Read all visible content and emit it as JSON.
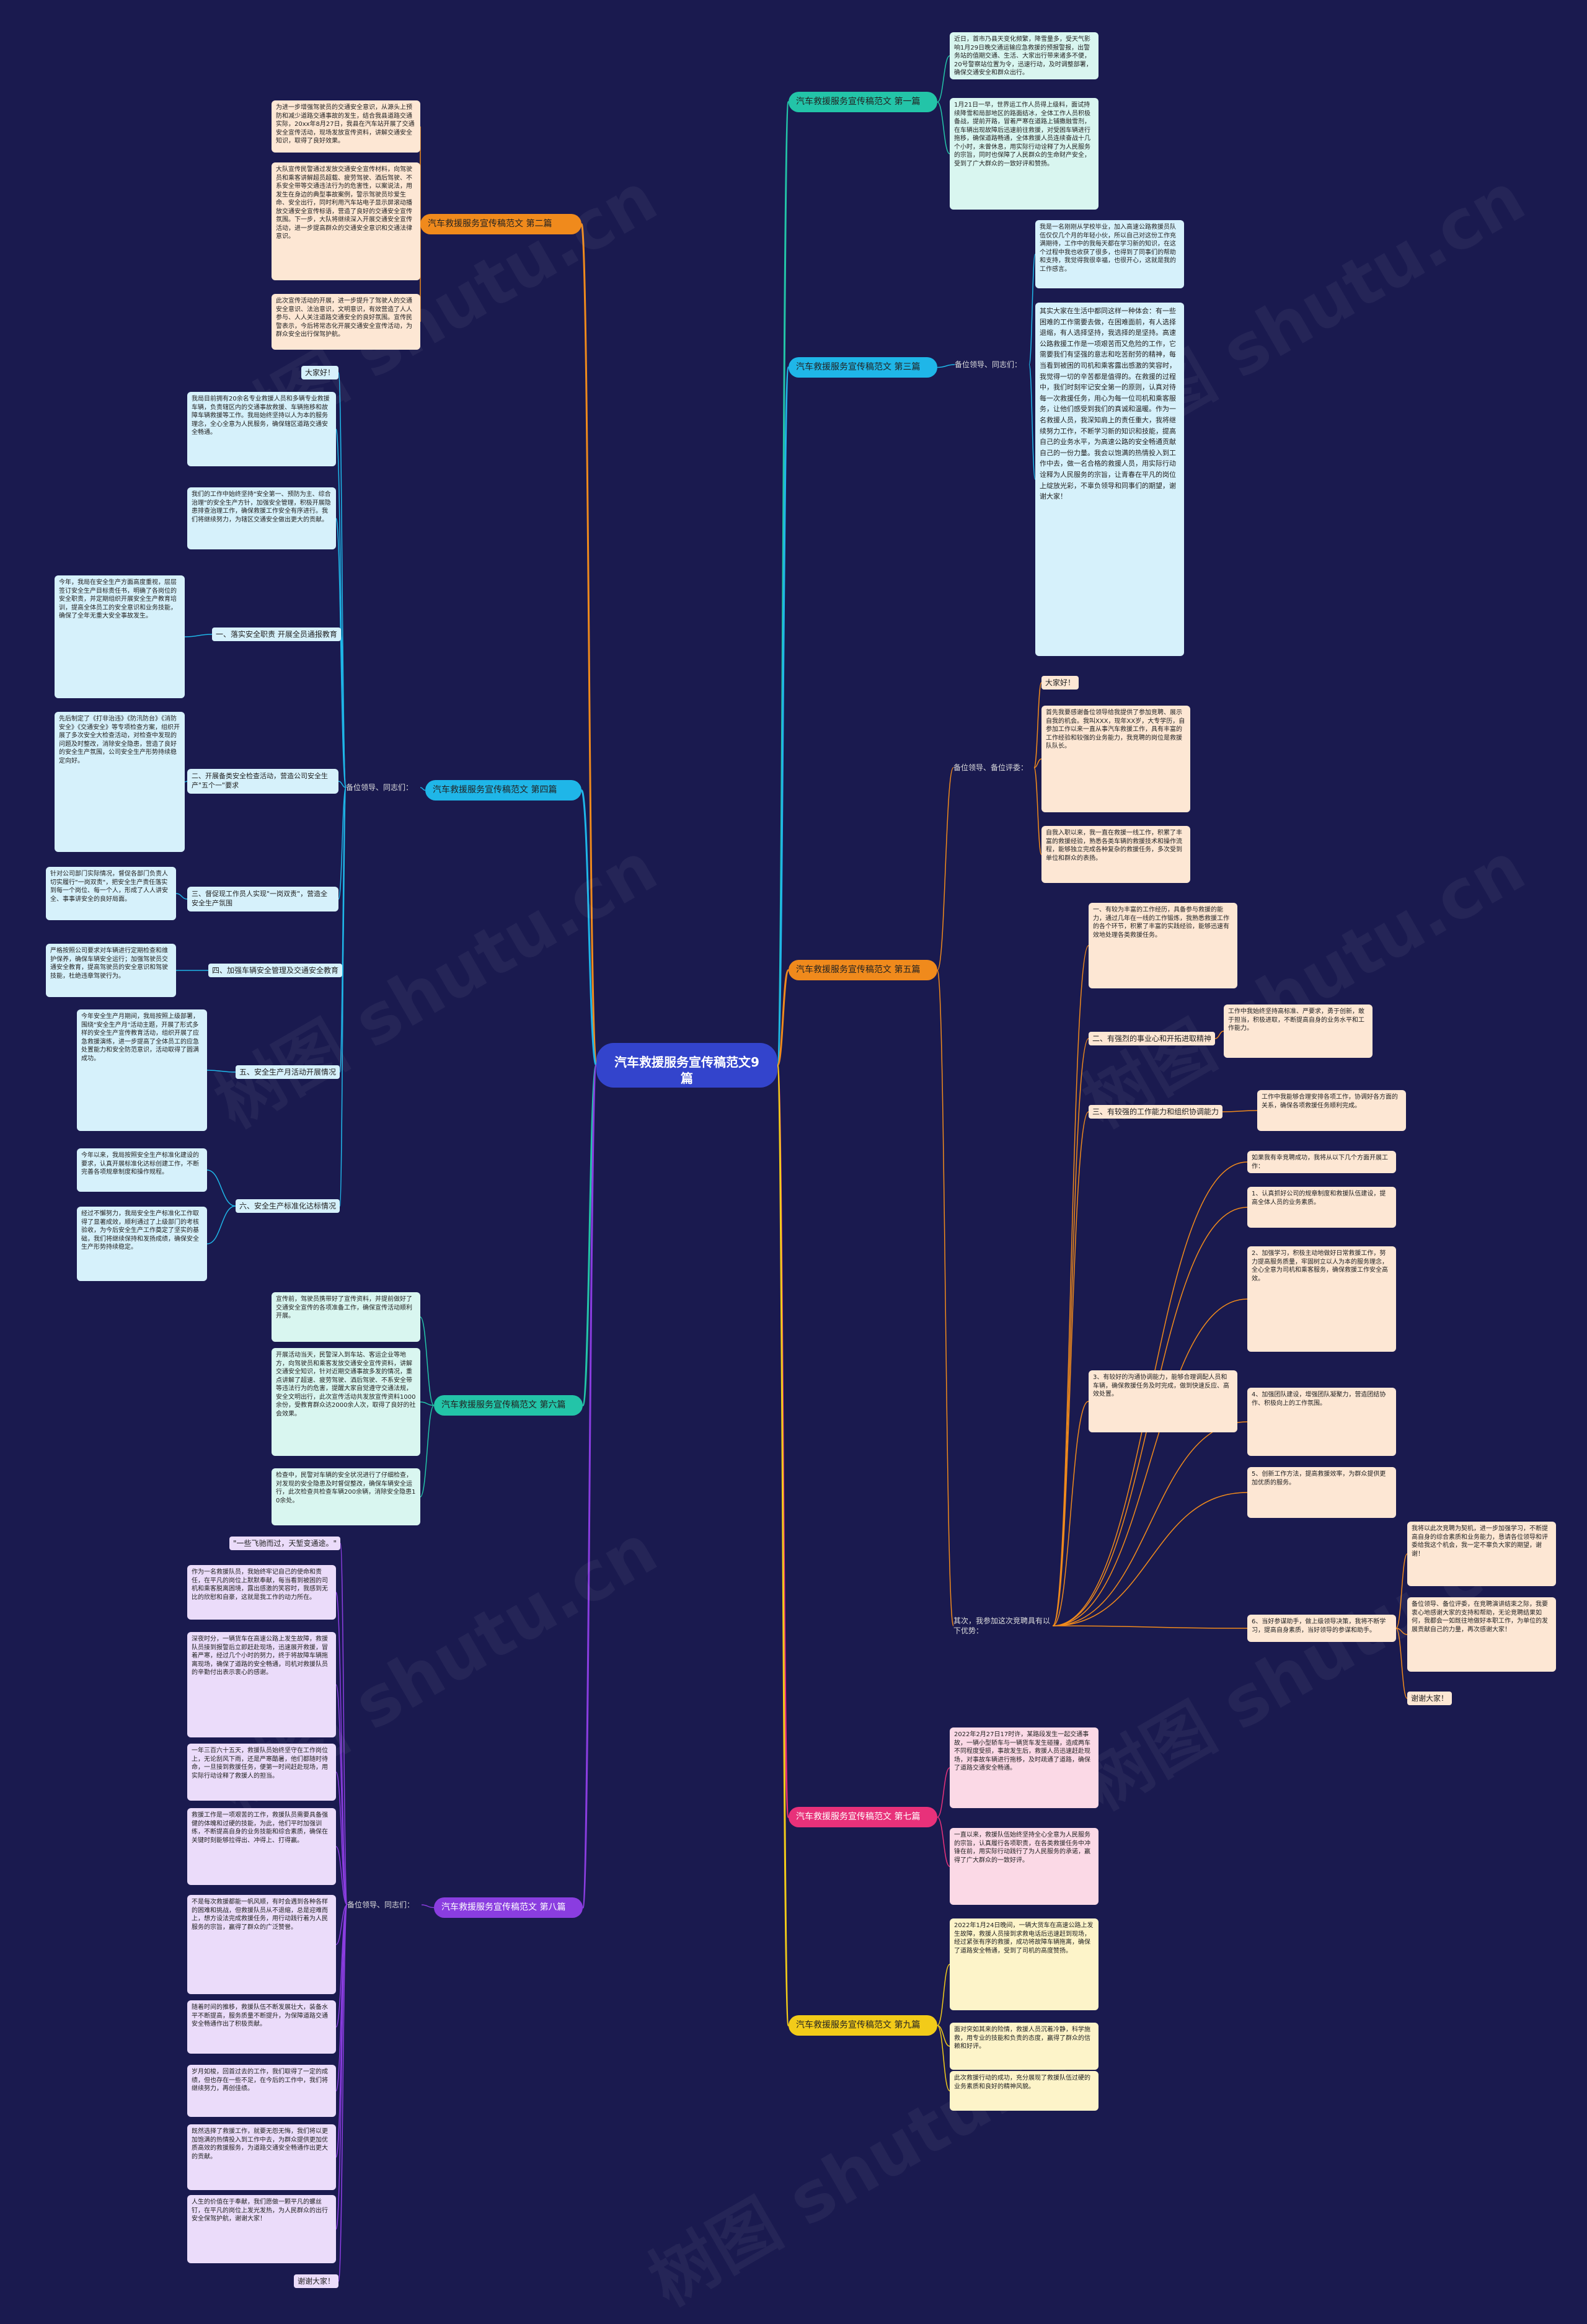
{
  "root": "汽车救援服务宣传稿范文9篇",
  "watermark": "树图 shutu.cn",
  "colors": {
    "orange": "#f08a1c",
    "teal": "#23c4a8",
    "cyan": "#1fb6e8",
    "pink": "#e8317a",
    "purple": "#8a3de0",
    "yellow": "#f2cb19"
  },
  "branches": {
    "b1": "汽车救援服务宣传稿范文 第一篇",
    "b2": "汽车救援服务宣传稿范文 第二篇",
    "b3": "汽车救援服务宣传稿范文 第三篇",
    "b4": "汽车救援服务宣传稿范文 第四篇",
    "b5": "汽车救援服务宣传稿范文 第五篇",
    "b6": "汽车救援服务宣传稿范文 第六篇",
    "b7": "汽车救援服务宣传稿范文 第七篇",
    "b8": "汽车救援服务宣传稿范文 第八篇",
    "b9": "汽车救援服务宣传稿范文 第九篇"
  },
  "b1": {
    "t1": "近日，首市乃县天变化频繁，降雪量多，受天气影响1月29日晚交通运输应急救援的预报警报，出警务站的值期交通、生活、大家出行带来诸多不便，20号警察站位置为令，迅速行动，及时调整部署，确保交通安全和群众出行。",
    "t2": "1月21日一早，世界运工作人员得上级料，面试持续降雪和局部地区的路面结冰，全体工作人员积极备战，提前开路，冒着严寒在道路上铺撒融雪剂，在车辆出现故障后迅速前往救援，对受困车辆进行拖移，确保道路畅通，全体救援人员连续奋战十几个小时，未曾休息，用实际行动诠释了为人民服务的宗旨，同时也保障了人民群众的生命财产安全，受到了广大群众的一致好评和赞扬。"
  },
  "b2": {
    "t1": "为进一步增强驾驶员的交通安全意识，从源头上预防和减少道路交通事故的发生，结合我县道路交通实际，20xx年8月27日，我县在汽车站开展了交通安全宣传活动，现场发放宣传资料，讲解交通安全知识，取得了良好效果。",
    "t2": "大队宣传民警通过发放交通安全宣传材料，向驾驶员和乘客讲解超员超载、疲劳驾驶、酒后驾驶、不系安全带等交通违法行为的危害性，以案说法，用发生在身边的典型事故案例，警示驾驶员珍爱生命、安全出行，同时利用汽车站电子显示屏滚动播放交通安全宣传标语，营造了良好的交通安全宣传氛围。下一步，大队将继续深入开展交通安全宣传活动，进一步提高群众的交通安全意识和交通法律意识。",
    "t3": "此次宣传活动的开展，进一步提升了驾驶人的交通安全意识、法治意识，文明意识，有效营造了人人参与、人人关注道路交通安全的良好氛围。宣传民警表示，今后将常态化开展交通安全宣传活动，为群众安全出行保驾护航。"
  },
  "b3": {
    "label": "备位领导、同志们：",
    "t1": "我是一名刚刚从学校毕业，加入高速公路救援员队伍仅仅几个月的年轻小伙，所以自己对这份工作充满期待，工作中的我每天都在学习新的知识，在这个过程中我也收获了很多，也得到了同事们的帮助和支持，我觉得我很幸福，也很开心，这就是我的工作感言。",
    "t2": "其实大家在生活中都同这样一种体会：有一些困难的工作需要去做，在困难面前，有人选择退缩，有人选择坚持，我选择的是坚持。高速公路救援工作是一项艰苦而又危险的工作，它需要我们有坚强的意志和吃苦耐劳的精神，每当看到被困的司机和乘客露出感激的笑容时，我觉得一切的辛苦都是值得的。在救援的过程中，我们时刻牢记安全第一的原则，认真对待每一次救援任务，用心为每一位司机和乘客服务，让他们感受到我们的真诚和温暖。作为一名救援人员，我深知肩上的责任重大，我将继续努力工作，不断学习新的知识和技能，提高自己的业务水平，为高速公路的安全畅通贡献自己的一份力量。我会以饱满的热情投入到工作中去，做一名合格的救援人员，用实际行动诠释为人民服务的宗旨，让青春在平凡的岗位上绽放光彩，不辜负领导和同事们的期望，谢谢大家！"
  },
  "b4": {
    "label": "备位领导、同志们：",
    "greet": "大家好！",
    "t1": "我局目前拥有20余名专业救援人员和多辆专业救援车辆，负责辖区内的交通事故救援、车辆拖移和故障车辆救援等工作。我局始终坚持以人为本的服务理念，全心全意为人民服务，确保辖区道路交通安全畅通。",
    "t2": "我们的工作中始终坚持\"安全第一、预防为主、综合治理\"的安全生产方针，加强安全管理，积极开展隐患排查治理工作，确保救援工作安全有序进行。我们将继续努力，为辖区交通安全做出更大的贡献。",
    "s1": "一、落实安全职责 开展全员通报教育",
    "s1t": "今年，我局在安全生产方面高度重视，层层签订安全生产目标责任书，明确了各岗位的安全职责，并定期组织开展安全生产教育培训，提高全体员工的安全意识和业务技能，确保了全年无重大安全事故发生。",
    "s2": "二、开展备类安全检查活动，营造公司安全生产\"五个一\"要求",
    "s2t": "先后制定了《打非治违》《防汛防台》《消防安全》《交通安全》等专项检查方案，组织开展了多次安全大检查活动，对检查中发现的问题及时整改，消除安全隐患，营造了良好的安全生产氛围，公司安全生产形势持续稳定向好。",
    "s3": "三、督促现工作员人实现\"一岗双责\"，营造全安全生产氛围",
    "s3t": "针对公司部门实际情况，督促各部门负责人切实履行\"一岗双责\"，把安全生产责任落实到每一个岗位、每一个人，形成了人人讲安全、事事讲安全的良好局面。",
    "s4": "四、加强车辆安全管理及交通安全教育",
    "s4t": "严格按照公司要求对车辆进行定期检查和维护保养，确保车辆安全运行；加强驾驶员交通安全教育，提高驾驶员的安全意识和驾驶技能，杜绝违章驾驶行为。",
    "s5": "五、安全生产月活动开展情况",
    "s5t": "今年安全生产月期间，我局按照上级部署，围绕\"安全生产月\"活动主题，开展了形式多样的安全生产宣传教育活动，组织开展了应急救援演练，进一步提高了全体员工的应急处置能力和安全防范意识，活动取得了圆满成功。",
    "s6": "六、安全生产标准化达标情况",
    "s6t1": "今年以来，我局按照安全生产标准化建设的要求，认真开展标准化达标创建工作，不断完善各项规章制度和操作规程。",
    "s6t2": "经过不懈努力，我局安全生产标准化工作取得了显著成效，顺利通过了上级部门的考核验收，为今后安全生产工作奠定了坚实的基础，我们将继续保持和发扬成绩，确保安全生产形势持续稳定。"
  },
  "b5": {
    "label": "备位领导、备位评委：",
    "greet": "大家好！",
    "t1": "首先我要感谢备位领导给我提供了参加竞聘、展示自我的机会。我叫XXX，现年XX岁，大专学历，自参加工作以来一直从事汽车救援工作，具有丰富的工作经验和较强的业务能力，我竞聘的岗位是救援队队长。",
    "t2": "自我入职以来，我一直在救援一线工作，积累了丰富的救援经验，熟悉各类车辆的救援技术和操作流程，能够独立完成各种复杂的救援任务，多次受到单位和群众的表扬。",
    "label2": "其次，我参加这次竞聘具有以下优势：",
    "o1": "一、有较为丰富的工作经历，具备参与救援的能力，通过几年在一线的工作锻炼，我熟悉救援工作的各个环节，积累了丰富的实践经验，能够迅速有效地处理各类救援任务。",
    "o2": "二、有强烈的事业心和开拓进取精神",
    "o2t": "工作中我始终坚持高标准、严要求，勇于创新，敢于担当，积极进取，不断提高自身的业务水平和工作能力。",
    "o3": "三、有较强的工作能力和组织协调能力",
    "o3t": "工作中我能够合理安排各项工作，协调好各方面的关系，确保各项救援任务顺利完成。",
    "label3": "如果我有幸竞聘成功，我将从以下几个方面开展工作：",
    "p1": "1、认真抓好公司的规章制度和救援队伍建设，提高全体人员的业务素质。",
    "p2": "2、加强学习，积极主动地做好日常救援工作，努力提高服务质量，牢固树立以人为本的服务理念，全心全意为司机和乘客服务，确保救援工作安全高效。",
    "p3": "3、有较好的沟通协调能力，能够合理调配人员和车辆，确保救援任务及时完成，做到快速反应、高效处置。",
    "p4": "4、加强团队建设，增强团队凝聚力，营造团结协作、积极向上的工作氛围。",
    "p5": "5、创新工作方法，提高救援效率，为群众提供更加优质的服务。",
    "p6": "6、当好参谋助手，做上级领导决策，我将不断学习，提高自身素质，当好领导的参谋和助手。",
    "c1": "我将以此次竞聘为契机，进一步加强学习，不断提高自身的综合素质和业务能力，恳请各位领导和评委给我这个机会，我一定不辜负大家的期望，谢谢！",
    "c2": "备位领导、备位评委，在竞聘演讲结束之际，我要衷心地感谢大家的支持和帮助，无论竞聘结果如何，我都会一如既往地做好本职工作，为单位的发展贡献自己的力量，再次感谢大家！",
    "thanks": "谢谢大家！"
  },
  "b6": {
    "t1": "宣传前，驾驶员携带好了宣传资料，并提前做好了交通安全宣传的各项准备工作，确保宣传活动顺利开展。",
    "t2": "开展活动当天，民警深入到车站、客运企业等地方，向驾驶员和乘客发放交通安全宣传资料，讲解交通安全知识，针对近期交通事故多发的情况，重点讲解了超速、疲劳驾驶、酒后驾驶、不系安全带等违法行为的危害，提醒大家自觉遵守交通法规，安全文明出行，此次宣传活动共发放宣传资料1000余份，受教育群众达2000余人次，取得了良好的社会效果。",
    "t3": "检查中，民警对车辆的安全状况进行了仔细检查，对发现的安全隐患及时督促整改，确保车辆安全运行，此次检查共检查车辆200余辆，消除安全隐患10余处。"
  },
  "b7": {
    "t1": "2022年2月27日17时许，某路段发生一起交通事故，一辆小型轿车与一辆货车发生碰撞，造成两车不同程度受损，事故发生后，救援人员迅速赶赴现场，对事故车辆进行拖移，及时疏通了道路，确保了道路交通安全畅通。",
    "t2": "一直以来，救援队伍始终坚持全心全意为人民服务的宗旨，认真履行各项职责，在各类救援任务中冲锋在前，用实际行动践行了为人民服务的承诺，赢得了广大群众的一致好评。"
  },
  "b8": {
    "label": "备位领导、同志们：",
    "quote": "\"一些飞驰而过，天堑变通途。\"",
    "t1": "作为一名救援队员，我始终牢记自己的使命和责任，在平凡的岗位上默默奉献，每当看到被困的司机和乘客脱离困境，露出感激的笑容时，我感到无比的欣慰和自豪，这就是我工作的动力所在。",
    "t2": "深夜时分，一辆货车在高速公路上发生故障，救援队员接到报警后立即赶赴现场，迅速展开救援，冒着严寒，经过几个小时的努力，终于将故障车辆拖离现场，确保了道路的安全畅通，司机对救援队员的辛勤付出表示衷心的感谢。",
    "t3": "一年三百六十五天，救援队员始终坚守在工作岗位上，无论刮风下雨，还是严寒酷暑，他们都随时待命，一旦接到救援任务，便第一时间赶赴现场，用实际行动诠释了救援人的担当。",
    "t4": "救援工作是一项艰苦的工作，救援队员需要具备强健的体魄和过硬的技能，为此，他们平时加强训练，不断提高自身的业务技能和综合素质，确保在关键时刻能够拉得出、冲得上、打得赢。",
    "t5": "不是每次救援都能一帆风顺，有时会遇到各种各样的困难和挑战，但救援队员从不退缩，总是迎难而上，想方设法完成救援任务，用行动践行着为人民服务的宗旨，赢得了群众的广泛赞誉。",
    "t6": "随着时间的推移，救援队伍不断发展壮大，装备水平不断提高，服务质量不断提升，为保障道路交通安全畅通作出了积极贡献。",
    "t7": "岁月如梭，回首过去的工作，我们取得了一定的成绩，但也存在一些不足，在今后的工作中，我们将继续努力，再创佳绩。",
    "t8": "既然选择了救援工作，就要无怨无悔，我们将以更加饱满的热情投入到工作中去，为群众提供更加优质高效的救援服务，为道路交通安全畅通作出更大的贡献。",
    "t9": "人生的价值在于奉献，我们愿做一颗平凡的螺丝钉，在平凡的岗位上发光发热，为人民群众的出行安全保驾护航，谢谢大家！",
    "thanks": "谢谢大家！"
  },
  "b9": {
    "t1": "2022年1月24日晚间，一辆大货车在高速公路上发生故障，救援人员接到求救电话后迅速赶到现场，经过紧张有序的救援，成功将故障车辆拖离，确保了道路安全畅通，受到了司机的高度赞扬。",
    "t2": "面对突如其来的险情，救援人员沉着冷静，科学施救，用专业的技能和负责的态度，赢得了群众的信赖和好评。",
    "t3": "此次救援行动的成功，充分展现了救援队伍过硬的业务素质和良好的精神风貌。"
  }
}
